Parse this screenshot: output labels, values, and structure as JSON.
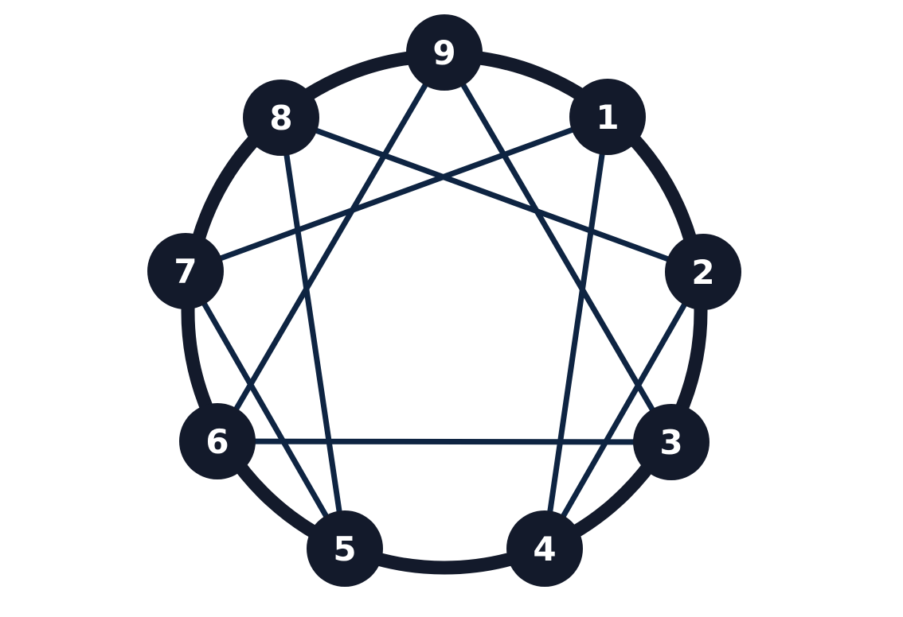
{
  "colors": {
    "ring": "#131a2b",
    "node_fill": "#131a2b",
    "connector": "#0e2442",
    "label": "#ffffff",
    "background": "#ffffff"
  },
  "nodes": [
    {
      "label": "9"
    },
    {
      "label": "1"
    },
    {
      "label": "2"
    },
    {
      "label": "3"
    },
    {
      "label": "4"
    },
    {
      "label": "5"
    },
    {
      "label": "6"
    },
    {
      "label": "7"
    },
    {
      "label": "8"
    }
  ],
  "connections": [
    [
      "9",
      "3"
    ],
    [
      "3",
      "6"
    ],
    [
      "6",
      "9"
    ],
    [
      "1",
      "4"
    ],
    [
      "4",
      "2"
    ],
    [
      "2",
      "8"
    ],
    [
      "8",
      "5"
    ],
    [
      "5",
      "7"
    ],
    [
      "7",
      "1"
    ]
  ]
}
